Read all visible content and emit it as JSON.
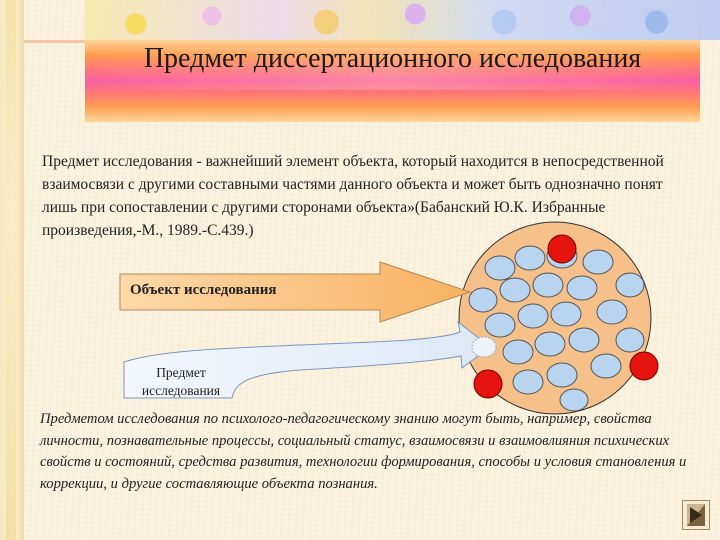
{
  "slide": {
    "title": "Предмет диссертационного исследования",
    "definition": "Предмет  исследования - важнейший элемент объекта, который находится в непосредственной взаимосвязи с другими составными частями данного объекта и может быть однозначно понят лишь при сопоставлении с другими сторонами объекта»(Бабанский Ю.К. Избранные произведения,-М., 1989.-С.439.)",
    "conclusion": "Предметом исследования  по психолого-педагогическому знанию могут быть, например, свойства личности, познавательные процессы, социальный статус, взаимосвязи и взаимовлияния психических свойств и состояний, средства развития, технологии формирования, способы и условия становления и коррекции, и другие составляющие объекта познания."
  },
  "diagram": {
    "object_label": "Объект исследования",
    "subject_label_line1": "Предмет",
    "subject_label_line2": "исследования"
  },
  "colors": {
    "object_arrow": "#fbc07a",
    "subject_arrow": "#e8f0fb",
    "circle_fill": "#f4bd86",
    "small_circle": "#b9d4ef",
    "highlight_circle": "#e5140f"
  },
  "icons": {
    "next": "triangle-right-icon"
  }
}
